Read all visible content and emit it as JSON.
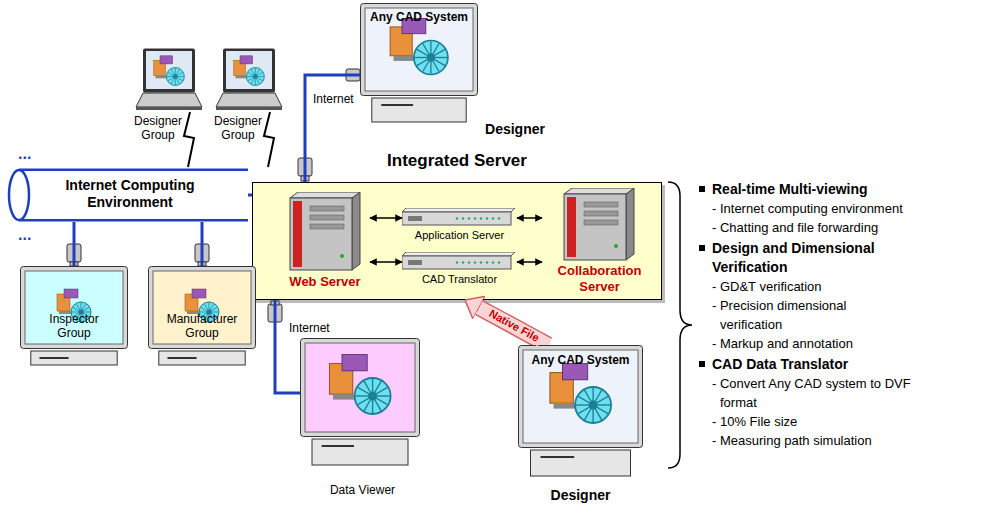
{
  "diagram": {
    "nodes": [
      {
        "text": [
          "Designer Group"
        ]
      },
      {
        "text": [
          "Designer Group"
        ]
      },
      {
        "text": [
          "Any CAD System",
          "Designer"
        ]
      },
      {
        "text": [
          "Internet Computing Environment"
        ]
      },
      {
        "text": [
          "Integrated Server"
        ]
      },
      {
        "text": [
          "Web Server"
        ],
        "in": 4
      },
      {
        "text": [
          "Application Server"
        ],
        "in": 4
      },
      {
        "text": [
          "CAD Translator"
        ],
        "in": 4
      },
      {
        "text": [
          "Collaboration Server"
        ],
        "in": 4
      },
      {
        "text": [
          "Inspector Group"
        ]
      },
      {
        "text": [
          "Manufacturer Group"
        ]
      },
      {
        "text": [
          "Data Viewer"
        ]
      },
      {
        "text": [
          "Any CAD System",
          "Designer"
        ]
      }
    ],
    "edges": [
      {
        "from": 2,
        "to": 4,
        "arrow": "none",
        "label": "Internet"
      },
      {
        "from": 0,
        "to": 3,
        "arrow": "none"
      },
      {
        "from": 1,
        "to": 3,
        "arrow": "none"
      },
      {
        "from": 3,
        "to": 4,
        "arrow": "none"
      },
      {
        "from": 5,
        "to": 6,
        "arrow": "both"
      },
      {
        "from": 5,
        "to": 7,
        "arrow": "both"
      },
      {
        "from": 6,
        "to": 8,
        "arrow": "both"
      },
      {
        "from": 7,
        "to": 8,
        "arrow": "both"
      },
      {
        "from": 9,
        "to": 3,
        "arrow": "none"
      },
      {
        "from": 10,
        "to": 3,
        "arrow": "none"
      },
      {
        "from": 11,
        "to": 4,
        "arrow": "none",
        "label": "Internet"
      },
      {
        "from": 12,
        "to": 4,
        "arrow": "to",
        "label": "Native File"
      }
    ],
    "labels": [
      "...",
      "...",
      "Real-time Multi-viewing",
      "- Internet computing environment",
      "- Chatting and file forwarding",
      "Design and Dimensional Verification",
      "- GD&T verification",
      "- Precision dimensional verification",
      "- Markup and annotation",
      "CAD Data Translator",
      "- Convert Any CAD system to DVF format",
      "- 10% File size",
      "- Measuring path simulation"
    ]
  }
}
